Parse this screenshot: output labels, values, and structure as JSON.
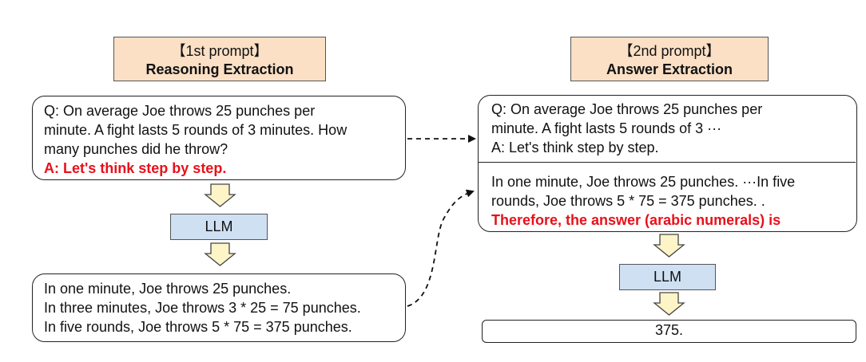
{
  "left": {
    "header_line1": "【1st prompt】",
    "header_line2": "Reasoning Extraction",
    "question_lines": [
      "Q: On average Joe throws 25 punches per",
      "minute.  A fight lasts 5 rounds of 3 minutes.  How",
      "many punches did he throw?"
    ],
    "trigger": "A: Let's think step by step.",
    "llm_label": "LLM",
    "output_lines": [
      "In one minute, Joe throws 25 punches.",
      "In three minutes, Joe throws 3 * 25 = 75 punches.",
      "In five rounds, Joe throws 5 * 75 = 375 punches."
    ]
  },
  "right": {
    "header_line1": "【2nd prompt】",
    "header_line2": "Answer Extraction",
    "question_lines": [
      "Q: On average Joe throws 25 punches per",
      "minute.  A fight lasts 5 rounds of 3 ···",
      "A: Let's think step by step."
    ],
    "reasoning_lines": [
      "In one minute, Joe throws 25 punches. ···In five",
      "rounds, Joe throws 5 * 75 = 375 punches. ."
    ],
    "trigger": "Therefore, the answer (arabic numerals) is",
    "llm_label": "LLM",
    "answer": "375."
  },
  "colors": {
    "header_fill": "#fbe0c6",
    "llm_fill": "#cfe0f3",
    "arrow_fill": "#fdf4c8",
    "trigger_red": "#e8101a"
  }
}
